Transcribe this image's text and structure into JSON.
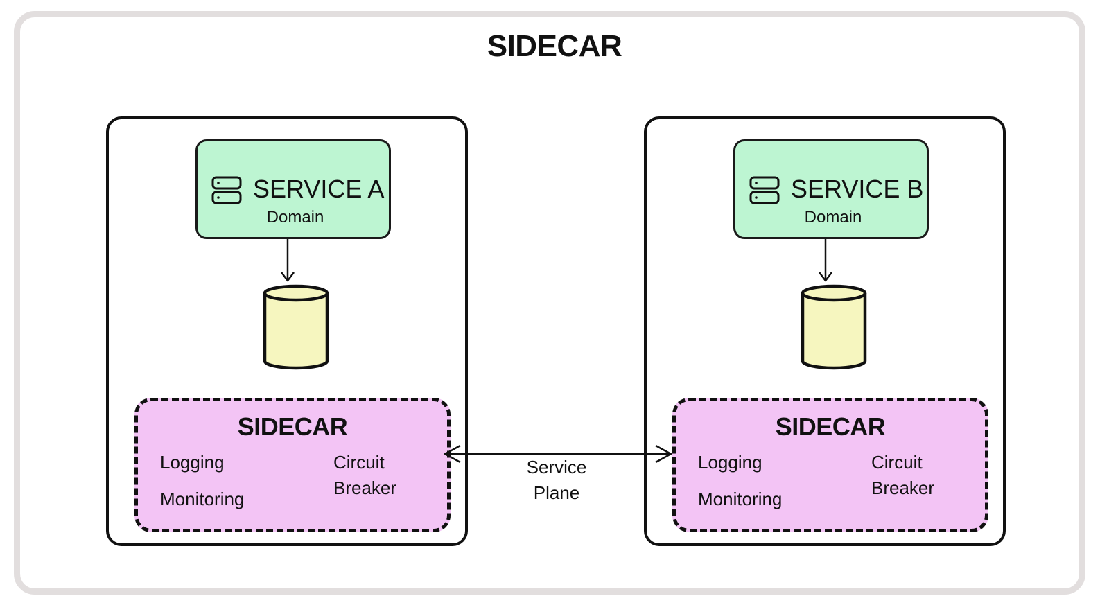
{
  "diagram": {
    "title": "SIDECAR",
    "pods": [
      {
        "service": {
          "name": "SERVICE A",
          "subtitle": "Domain",
          "icon": "server-icon"
        },
        "database": {
          "icon": "database-cylinder",
          "fill": "#f6f6bf"
        },
        "sidecar": {
          "title": "SIDECAR",
          "features": [
            "Logging",
            "Monitoring",
            "Circuit Breaker"
          ]
        }
      },
      {
        "service": {
          "name": "SERVICE B",
          "subtitle": "Domain",
          "icon": "server-icon"
        },
        "database": {
          "icon": "database-cylinder",
          "fill": "#f6f6bf"
        },
        "sidecar": {
          "title": "SIDECAR",
          "features": [
            "Logging",
            "Monitoring",
            "Circuit Breaker"
          ]
        }
      }
    ],
    "connection": {
      "label": "Service Plane",
      "direction": "bidirectional"
    },
    "colors": {
      "service_fill": "#bdf5d2",
      "database_fill": "#f6f6bf",
      "sidecar_fill": "#f3c4f5",
      "frame_border": "#e2dede",
      "stroke": "#111111"
    }
  }
}
